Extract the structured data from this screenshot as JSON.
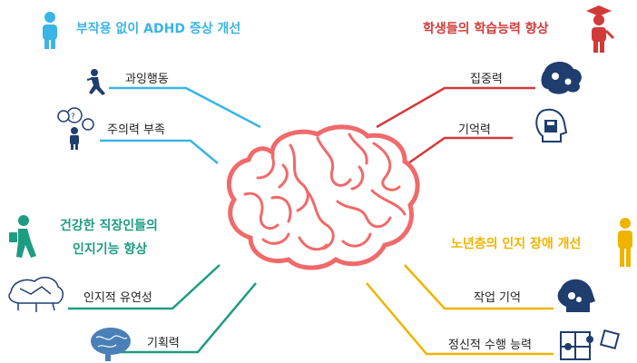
{
  "groups": {
    "adhd": {
      "title": "부작용 없이 ADHD 증상 개선",
      "color": "#3bb4e6",
      "items": [
        "과잉행동",
        "주의력 부족"
      ],
      "icon": "person-icon"
    },
    "students": {
      "title": "학생들의 학습능력 향상",
      "color": "#d23a3a",
      "items": [
        "집중력",
        "기억력"
      ],
      "icon": "graduate-icon"
    },
    "workers": {
      "title_line1": "건강한 직장인들의",
      "title_line2": "인지기능 향상",
      "color": "#1e9c82",
      "items": [
        "인지적 유연성",
        "기획력"
      ],
      "icon": "walking-person-icon"
    },
    "seniors": {
      "title": "노년층의 인지 장애 개선",
      "color": "#f0b400",
      "items": [
        "작업 기억",
        "정신적 수행 능력"
      ],
      "icon": "person-icon"
    }
  },
  "center": {
    "icon": "brain-icon",
    "color": "#f06a6a"
  }
}
